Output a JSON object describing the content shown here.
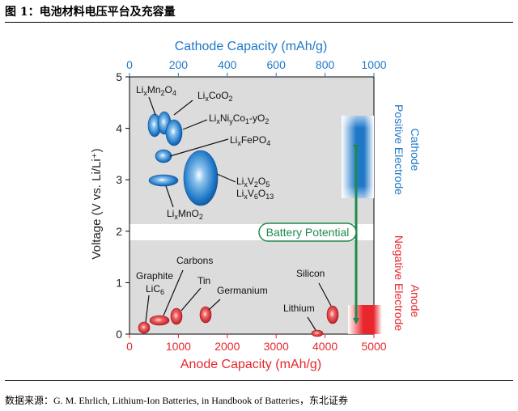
{
  "figure_title": "图 1：电池材料电压平台及充容量",
  "source": "数据来源：G. M. Ehrlich, Lithium-Ion Batteries, in Handbook of Batteries，东北证券",
  "colors": {
    "cathode": "#1f78c8",
    "anode": "#e8262c",
    "arrow": "#1f8a4c"
  },
  "chart_data": {
    "type": "scatter",
    "title": "",
    "xlabel_top": "Cathode Capacity (mAh/g)",
    "xlabel_bottom": "Anode Capacity (mAh/g)",
    "ylabel": "Voltage (V vs. Li/Li⁺)",
    "xlim_top": [
      0,
      1000
    ],
    "xlim_bottom": [
      0,
      5000
    ],
    "ylim": [
      0,
      5
    ],
    "xticks_top": [
      "0",
      "200",
      "400",
      "600",
      "800",
      "1000"
    ],
    "xticks_bottom": [
      "0",
      "1000",
      "2000",
      "3000",
      "4000",
      "5000"
    ],
    "yticks": [
      "0",
      "1",
      "2",
      "3",
      "4",
      "5"
    ],
    "cathode": {
      "label": "Cathode",
      "sublabel": "Positive Electrode",
      "materials": [
        {
          "name": "LixMn2O4",
          "capacity": [
            150,
            155
          ],
          "voltage": 4.05
        },
        {
          "name": "LixCoO2",
          "capacity": [
            190,
            210
          ],
          "voltage": 4.1
        },
        {
          "name": "LixNiyCo1-yO2",
          "capacity": [
            210,
            240
          ],
          "voltage": 3.9
        },
        {
          "name": "LixFePO4",
          "capacity": [
            160,
            170
          ],
          "voltage": 3.45
        },
        {
          "name": "LixV2O5 LixV6O13",
          "capacity": [
            250,
            350
          ],
          "voltage": 3.1
        },
        {
          "name": "LixMnO2",
          "capacity": [
            160,
            220
          ],
          "voltage": 3.0
        }
      ]
    },
    "anode": {
      "label": "Anode",
      "sublabel": "Negative Electrode",
      "materials": [
        {
          "name": "Graphite LiC6",
          "capacity": [
            372,
            372
          ],
          "voltage": 0.15
        },
        {
          "name": "Carbons",
          "capacity": [
            500,
            800
          ],
          "voltage": 0.3
        },
        {
          "name": "Tin",
          "capacity": [
            990,
            990
          ],
          "voltage": 0.35
        },
        {
          "name": "Germanium",
          "capacity": [
            1600,
            1600
          ],
          "voltage": 0.4
        },
        {
          "name": "Lithium",
          "capacity": [
            3860,
            3860
          ],
          "voltage": 0.0
        },
        {
          "name": "Silicon",
          "capacity": [
            4200,
            4200
          ],
          "voltage": 0.4
        }
      ]
    },
    "annotation": "Battery Potential"
  }
}
